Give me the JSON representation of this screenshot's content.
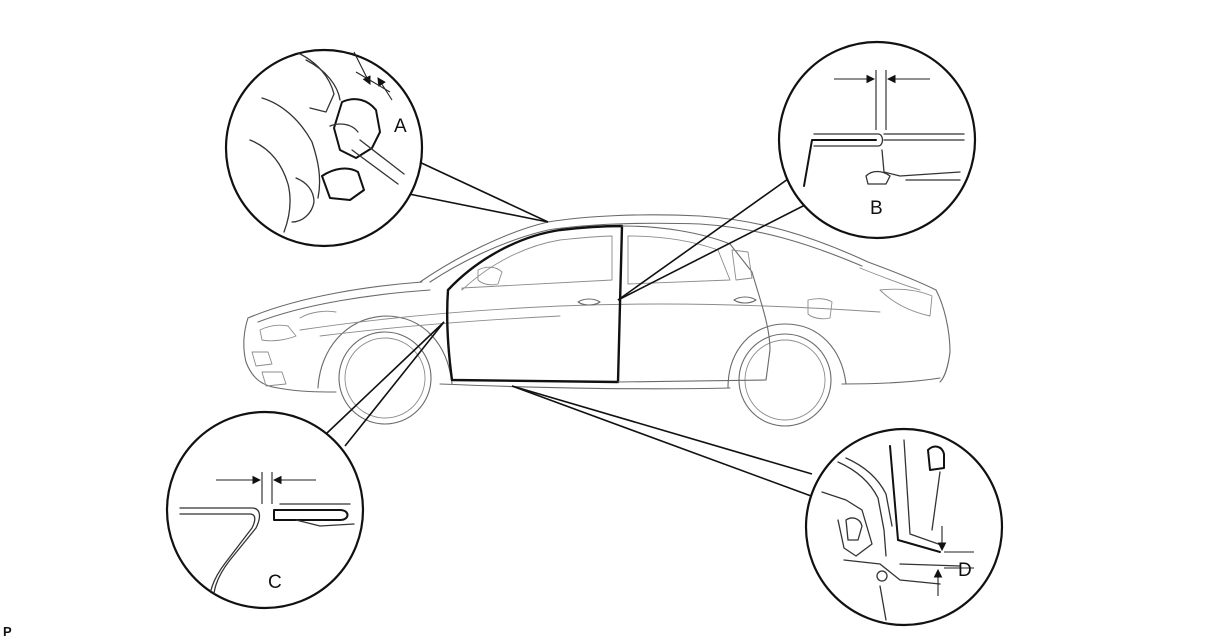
{
  "labels": {
    "a": "A",
    "b": "B",
    "c": "C",
    "d": "D"
  },
  "figure_code": "P",
  "colors": {
    "line": "#111111",
    "body_line": "#6a6a6a",
    "background": "#ffffff"
  }
}
